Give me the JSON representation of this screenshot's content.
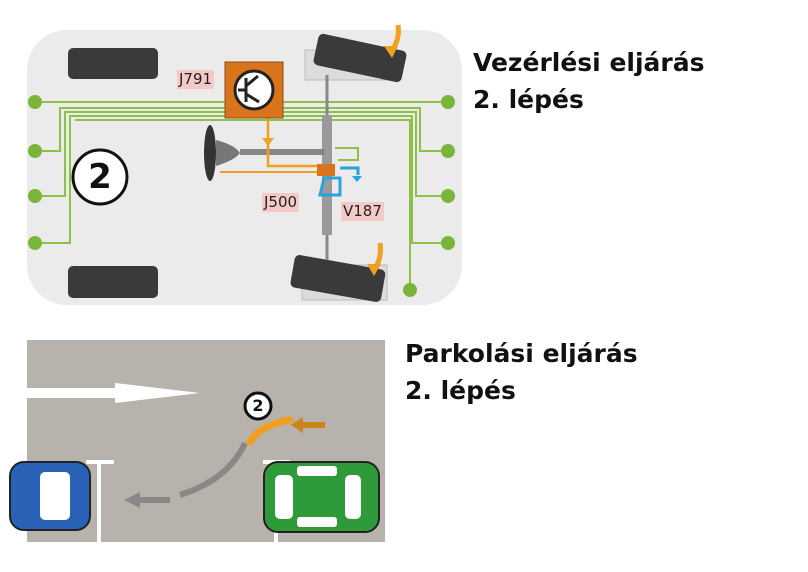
{
  "steering": {
    "heading_line1": "Vezérlési eljárás",
    "heading_line2": "2. lépés",
    "step_number": "2",
    "labels": {
      "control_unit": "J791",
      "power_steering_unit": "J500",
      "motor": "V187"
    }
  },
  "parking": {
    "heading_line1": "Parkolási eljárás",
    "heading_line2": "2. lépés",
    "step_number": "2"
  },
  "colors": {
    "green": "#7ab53a",
    "orange": "#f0a020",
    "control_box": "#d9731c",
    "road": "#b7b2ac",
    "blue_flow": "#2aa3dc"
  }
}
